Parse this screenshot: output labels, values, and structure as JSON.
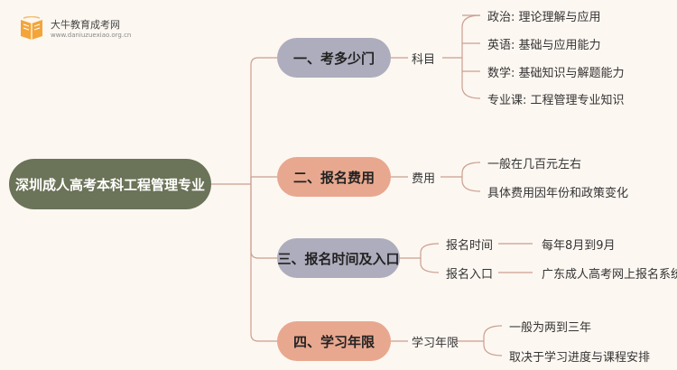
{
  "logo": {
    "name": "大牛教育成考网",
    "url": "www.daniuzuexiao.org.cn"
  },
  "root": {
    "label": "深圳成人高考本科工程管理专业"
  },
  "branches": [
    {
      "label": "一、考多少门",
      "sublabel": "科目",
      "leaves": [
        "政治: 理论理解与应用",
        "英语: 基础与应用能力",
        "数学: 基础知识与解题能力",
        "专业课: 工程管理专业知识"
      ]
    },
    {
      "label": "二、报名费用",
      "sublabel": "费用",
      "leaves": [
        "一般在几百元左右",
        "具体费用因年份和政策变化"
      ]
    },
    {
      "label": "三、报名时间及入口",
      "items": [
        {
          "sublabel": "报名时间",
          "leaf": "每年8月到9月"
        },
        {
          "sublabel": "报名入口",
          "leaf": "广东成人高考网上报名系统"
        }
      ]
    },
    {
      "label": "四、学习年限",
      "sublabel": "学习年限",
      "leaves": [
        "一般为两到三年",
        "取决于学习进度与课程安排"
      ]
    }
  ],
  "colors": {
    "root": "#6b7358",
    "branch_grey": "#aeadbd",
    "branch_peach": "#e8a88f",
    "connector": "#c9a090",
    "background": "#fdf7f1"
  }
}
